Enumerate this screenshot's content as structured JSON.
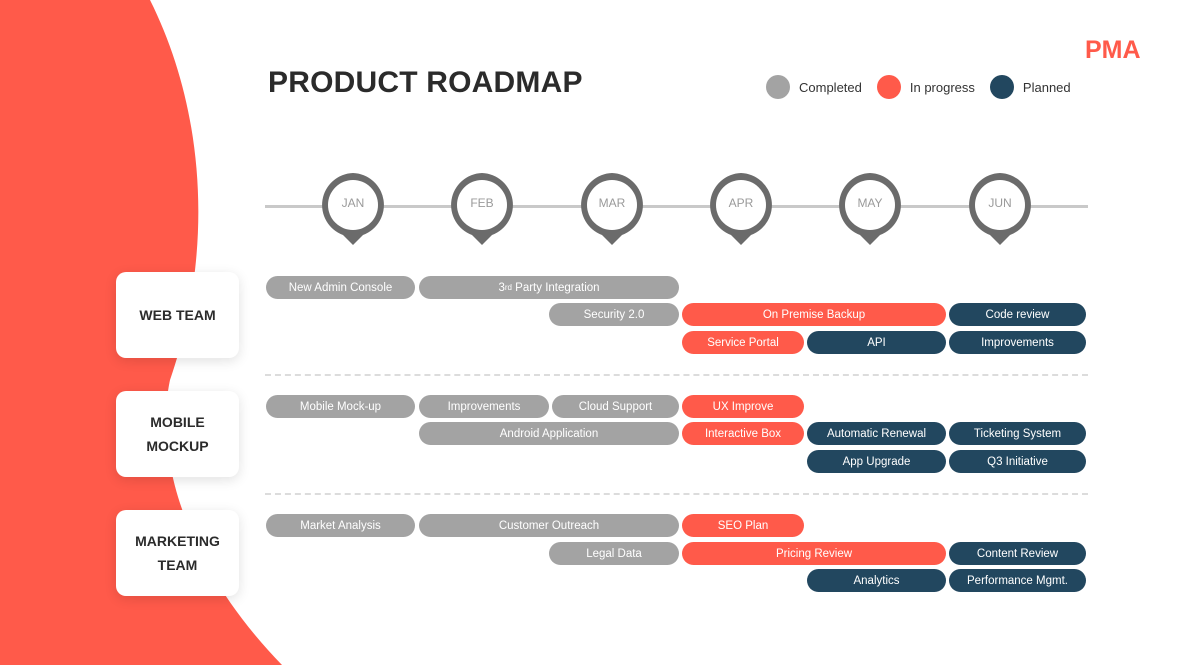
{
  "logo": "PMA",
  "title": "PRODUCT ROADMAP",
  "legend": [
    {
      "label": "Completed",
      "color": "#a3a3a3"
    },
    {
      "label": "In progress",
      "color": "#ff5a4a"
    },
    {
      "label": "Planned",
      "color": "#22475f"
    }
  ],
  "months": [
    "JAN",
    "FEB",
    "MAR",
    "APR",
    "MAY",
    "JUN"
  ],
  "teams": {
    "web": "WEB TEAM",
    "mobile_line1": "MOBILE",
    "mobile_line2": "MOCKUP",
    "marketing_line1": "MARKETING",
    "marketing_line2": "TEAM"
  },
  "web_tasks": {
    "new_admin_console": "New Admin Console",
    "third_party_prefix": "3",
    "third_party_sup": "rd",
    "third_party_suffix": " Party Integration",
    "security": "Security 2.0",
    "on_premise": "On Premise Backup",
    "code_review": "Code review",
    "service_portal": "Service Portal",
    "api": "API",
    "improvements": "Improvements"
  },
  "mobile_tasks": {
    "mockup": "Mobile Mock-up",
    "improvements": "Improvements",
    "cloud_support": "Cloud Support",
    "ux_improve": "UX Improve",
    "android": "Android Application",
    "interactive_box": "Interactive Box",
    "auto_renewal": "Automatic Renewal",
    "ticketing": "Ticketing System",
    "app_upgrade": "App Upgrade",
    "q3": "Q3 Initiative"
  },
  "marketing_tasks": {
    "market_analysis": "Market Analysis",
    "customer_outreach": "Customer Outreach",
    "seo_plan": "SEO Plan",
    "legal_data": "Legal Data",
    "pricing_review": "Pricing Review",
    "content_review": "Content Review",
    "analytics": "Analytics",
    "performance": "Performance Mgmt."
  }
}
